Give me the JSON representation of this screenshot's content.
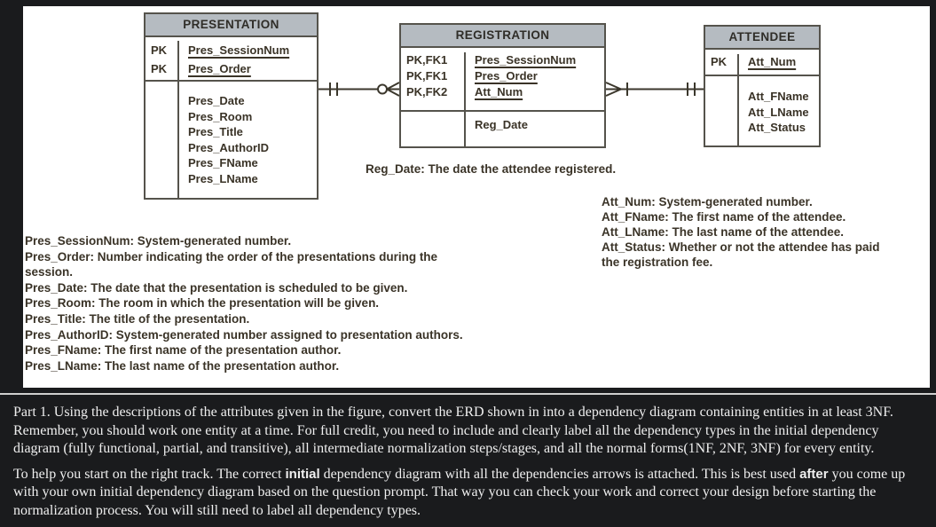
{
  "figure": {
    "entities": {
      "presentation": {
        "title": "PRESENTATION",
        "keys": [
          {
            "tag": "PK",
            "name": "Pres_SessionNum"
          },
          {
            "tag": "PK",
            "name": "Pres_Order"
          }
        ],
        "attributes": [
          "Pres_Date",
          "Pres_Room",
          "Pres_Title",
          "Pres_AuthorID",
          "Pres_FName",
          "Pres_LName"
        ]
      },
      "registration": {
        "title": "REGISTRATION",
        "keys": [
          {
            "tag": "PK,FK1",
            "name": "Pres_SessionNum"
          },
          {
            "tag": "PK,FK1",
            "name": "Pres_Order"
          },
          {
            "tag": "PK,FK2",
            "name": "Att_Num"
          }
        ],
        "attributes": [
          "Reg_Date"
        ]
      },
      "attendee": {
        "title": "ATTENDEE",
        "keys": [
          {
            "tag": "PK",
            "name": "Att_Num"
          }
        ],
        "attributes": [
          "Att_FName",
          "Att_LName",
          "Att_Status"
        ]
      }
    },
    "relationships": [
      {
        "from": "PRESENTATION",
        "to": "REGISTRATION",
        "from_cardinality": "one-and-only-one",
        "to_cardinality": "zero-or-many"
      },
      {
        "from": "REGISTRATION",
        "to": "ATTENDEE",
        "from_cardinality": "one-or-many",
        "to_cardinality": "one-and-only-one"
      }
    ],
    "reg_date_note": "Reg_Date: The date the attendee registered.",
    "pres_notes": [
      "Pres_SessionNum:  System-generated number.",
      "Pres_Order: Number indicating the order of the presentations during the",
      "session.",
      "Pres_Date: The date that the presentation is scheduled to be given.",
      "Pres_Room: The room in which the presentation will be given.",
      "Pres_Title: The title of the presentation.",
      "Pres_AuthorID:  System-generated number assigned to presentation authors.",
      "Pres_FName: The first name of the presentation author.",
      "Pres_LName: The last name of the presentation author."
    ],
    "att_notes": [
      "Att_Num:  System-generated number.",
      "Att_FName: The first name of the attendee.",
      "Att_LName: The last name of the attendee.",
      "Att_Status:  Whether or not the attendee has paid",
      "the registration fee."
    ]
  },
  "assignment": {
    "p1": "Part 1. Using the descriptions of the attributes given in the figure, convert the ERD shown in into a dependency diagram containing entities in at least 3NF. Remember, you should work one entity at a time. For full credit, you need to include and clearly label all the dependency types in the initial dependency diagram (fully functional, partial, and transitive), all intermediate normalization steps/stages, and all the normal forms(1NF, 2NF, 3NF) for every entity.",
    "p2_before": "To help you start on the right track. The correct ",
    "p2_bold1": "initial",
    "p2_mid": " dependency diagram with all the dependencies arrows is attached. This is best used ",
    "p2_bold2": "after",
    "p2_after": " you come up with your own initial dependency diagram based on the question prompt. That way you can check your work and correct your design before starting the normalization process. You will still need to label all dependency types."
  },
  "colors": {
    "page_bg": "#1a1b1d",
    "figure_bg": "#ffffff",
    "entity_header_bg": "#b5bbc1",
    "entity_border": "#55534c",
    "figure_text": "#3a3327",
    "connector_line": "#3b372c",
    "assignment_text": "#efefef",
    "divider": "#cfcfcf"
  }
}
